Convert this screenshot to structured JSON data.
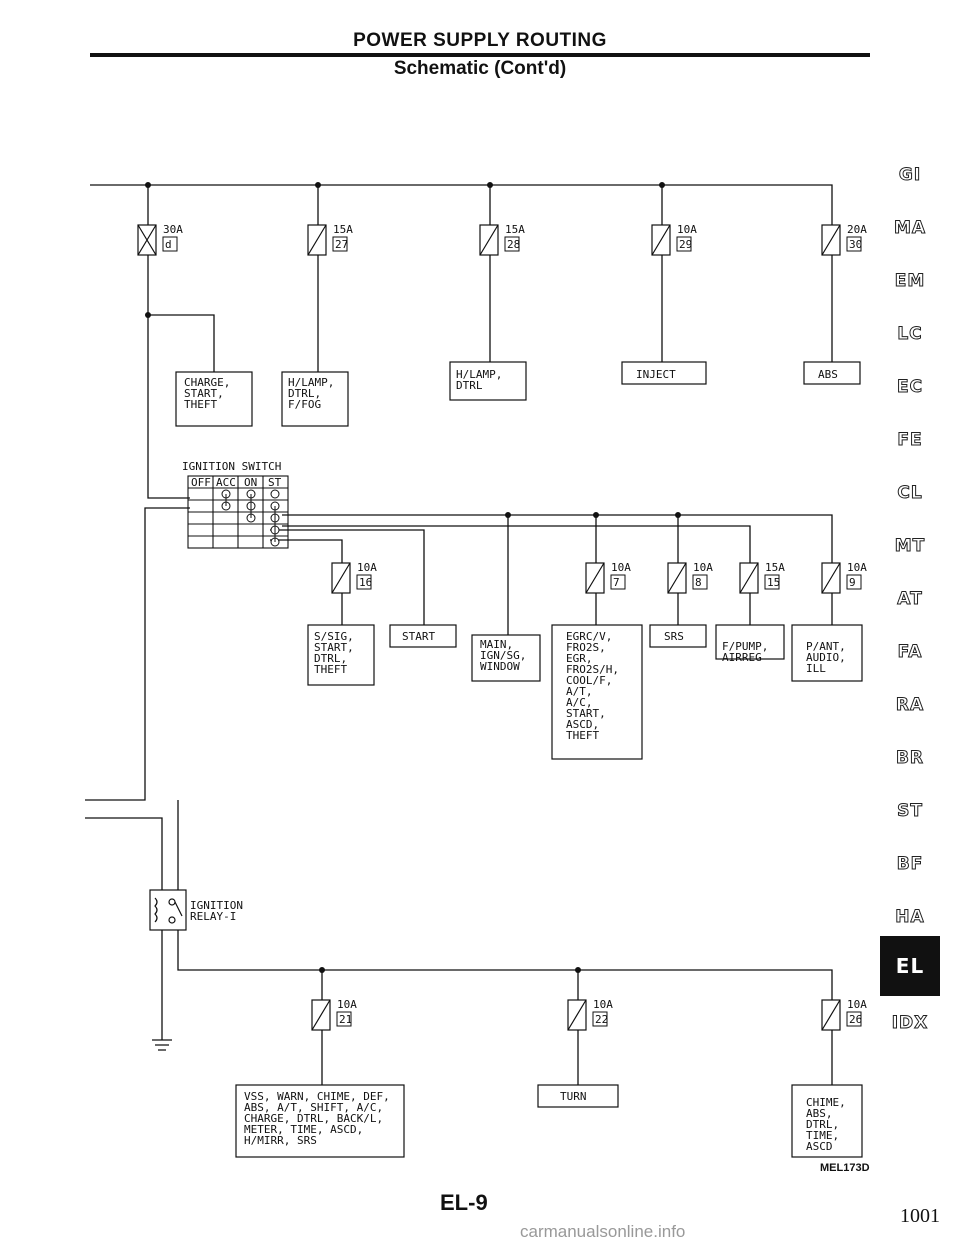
{
  "header": {
    "title": "POWER SUPPLY ROUTING",
    "subtitle": "Schematic (Cont'd)"
  },
  "fuses": [
    {
      "id": "f-d",
      "rating": "30A",
      "number": "d"
    },
    {
      "id": "f-27",
      "rating": "15A",
      "number": "27"
    },
    {
      "id": "f-28",
      "rating": "15A",
      "number": "28"
    },
    {
      "id": "f-29",
      "rating": "10A",
      "number": "29"
    },
    {
      "id": "f-30",
      "rating": "20A",
      "number": "30"
    },
    {
      "id": "f-16",
      "rating": "10A",
      "number": "16"
    },
    {
      "id": "f-7",
      "rating": "10A",
      "number": "7"
    },
    {
      "id": "f-8",
      "rating": "10A",
      "number": "8"
    },
    {
      "id": "f-15",
      "rating": "15A",
      "number": "15"
    },
    {
      "id": "f-9",
      "rating": "10A",
      "number": "9"
    },
    {
      "id": "f-21",
      "rating": "10A",
      "number": "21"
    },
    {
      "id": "f-22",
      "rating": "10A",
      "number": "22"
    },
    {
      "id": "f-26",
      "rating": "10A",
      "number": "26"
    }
  ],
  "loads": {
    "charge": [
      "CHARGE,",
      "START,",
      "THEFT"
    ],
    "hlamp1": [
      "H/LAMP,",
      "DTRL,",
      "F/FOG"
    ],
    "hlamp2": [
      "H/LAMP,",
      "DTRL"
    ],
    "inject": [
      "INJECT"
    ],
    "abs": [
      "ABS"
    ],
    "ssig": [
      "S/SIG,",
      "START,",
      "DTRL,",
      "THEFT"
    ],
    "start": [
      "START"
    ],
    "main": [
      "MAIN,",
      "IGN/SG,",
      "WINDOW"
    ],
    "egrc": [
      "EGRC/V,",
      "FRO2S,",
      "EGR,",
      "FRO2S/H,",
      "COOL/F,",
      "A/T,",
      "A/C,",
      "START,",
      "ASCD,",
      "THEFT"
    ],
    "srs": [
      "SRS"
    ],
    "fpump": [
      "F/PUMP,",
      "AIRREG"
    ],
    "pant": [
      "P/ANT,",
      "AUDIO,",
      "ILL"
    ],
    "vss": [
      "VSS, WARN, CHIME, DEF,",
      "ABS, A/T, SHIFT, A/C,",
      "CHARGE, DTRL, BACK/L,",
      "METER, TIME, ASCD,",
      "H/MIRR, SRS"
    ],
    "turn": [
      "TURN"
    ],
    "chime": [
      "CHIME,",
      "ABS,",
      "DTRL,",
      "TIME,",
      "ASCD"
    ]
  },
  "ignition_switch": {
    "title": "IGNITION SWITCH",
    "positions": [
      "OFF",
      "ACC",
      "ON",
      "ST"
    ]
  },
  "relay": {
    "label": [
      "IGNITION",
      "RELAY-I"
    ]
  },
  "side_nav": [
    "GI",
    "MA",
    "EM",
    "LC",
    "EC",
    "FE",
    "CL",
    "MT",
    "AT",
    "FA",
    "RA",
    "BR",
    "ST",
    "BF",
    "HA",
    "EL",
    "IDX"
  ],
  "side_nav_active": "EL",
  "footer": {
    "page": "EL-9",
    "figure_code": "MEL173D",
    "sheet": "1001",
    "watermark": "carmanualsonline.info"
  }
}
